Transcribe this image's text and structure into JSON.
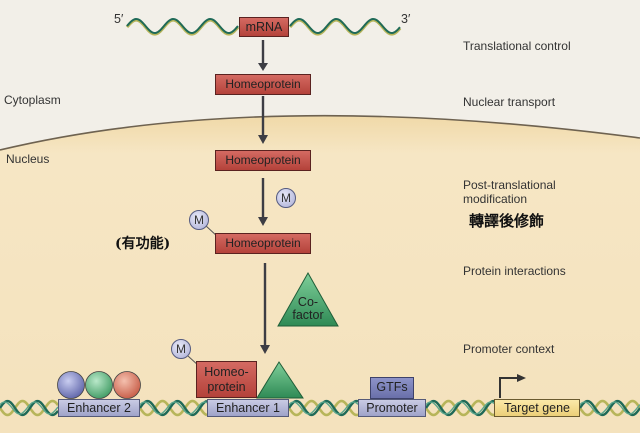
{
  "strand_ends": {
    "five_prime": "5′",
    "three_prime": "3′"
  },
  "compartments": {
    "cytoplasm": "Cytoplasm",
    "nucleus": "Nucleus"
  },
  "boxes": {
    "mrna": "mRNA",
    "homeoprotein_cytoplasm": "Homeoprotein",
    "homeoprotein_nucleus": "Homeoprotein",
    "homeoprotein_modified": "Homeoprotein",
    "homeoprotein_bound_line1": "Homeo-",
    "homeoprotein_bound_line2": "protein",
    "cofactor_line1": "Co-",
    "cofactor_line2": "factor",
    "methyl_mark": "M",
    "gtfs": "GTFs",
    "enhancer2": "Enhancer 2",
    "enhancer1": "Enhancer 1",
    "promoter": "Promoter",
    "target_gene": "Target gene"
  },
  "annotation_functional": "(有功能)",
  "steps": [
    {
      "label": "Translational control"
    },
    {
      "label": "Nuclear transport"
    },
    {
      "label": "Post-translational\nmodification",
      "line1": "Post-translational",
      "line2": "modification",
      "translation": "轉譯後修飾"
    },
    {
      "label": "Protein interactions"
    },
    {
      "label": "Promoter context"
    }
  ],
  "colors": {
    "cytoplasm_bg": "#f2efe8",
    "nucleus_bg": "#f5e3bd",
    "homeoprotein": "#c1524a",
    "cofactor": "#3f9a63",
    "enhancer": "#b4b7d8",
    "gtfs": "#7a80b8",
    "target_gene": "#f3dc8f",
    "dna_strand_a": "#1f6a58",
    "dna_strand_b": "#b7b55a"
  }
}
